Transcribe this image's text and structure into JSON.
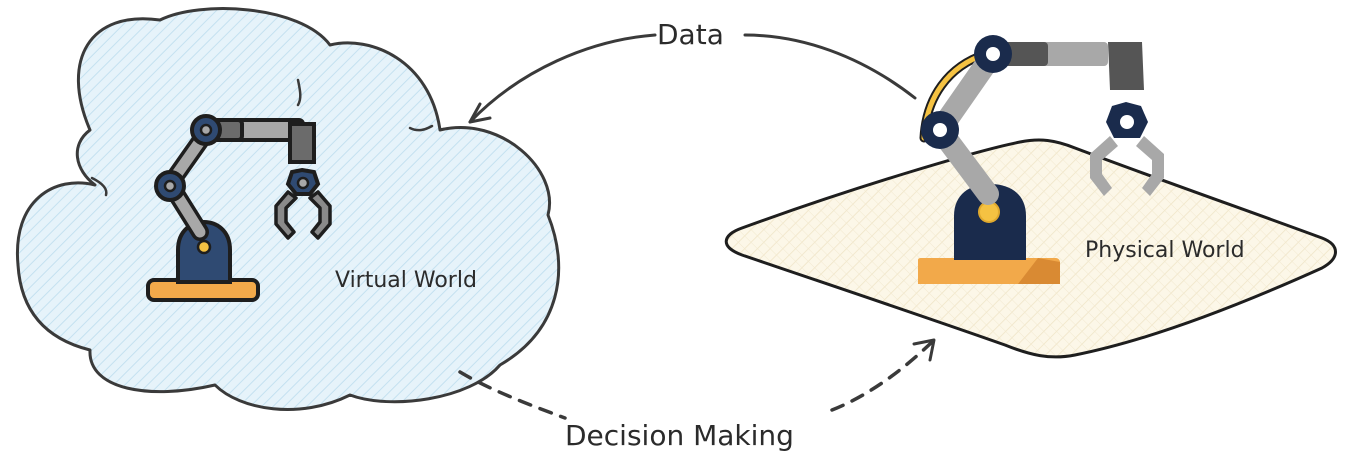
{
  "nodes": {
    "virtual": {
      "label": "Virtual World"
    },
    "physical": {
      "label": "Physical World"
    }
  },
  "edges": {
    "data": {
      "label": "Data",
      "style": "solid"
    },
    "decision": {
      "label": "Decision Making",
      "style": "dashed"
    }
  },
  "colors": {
    "cloud_fill": "#dff0f8",
    "cloud_stroke": "#3a3a3a",
    "ground_fill": "#fbf5e4",
    "ground_stroke": "#1e1e1e",
    "robot_navy": "#1f3150",
    "robot_gray": "#9e9e9e",
    "robot_dark_gray": "#555555",
    "robot_base": "#f2a94a",
    "robot_accent": "#f5c242",
    "arrow": "#3a3a3a"
  },
  "icons": {
    "virtual_robot": "robot-arm-icon",
    "physical_robot": "robot-arm-icon"
  }
}
